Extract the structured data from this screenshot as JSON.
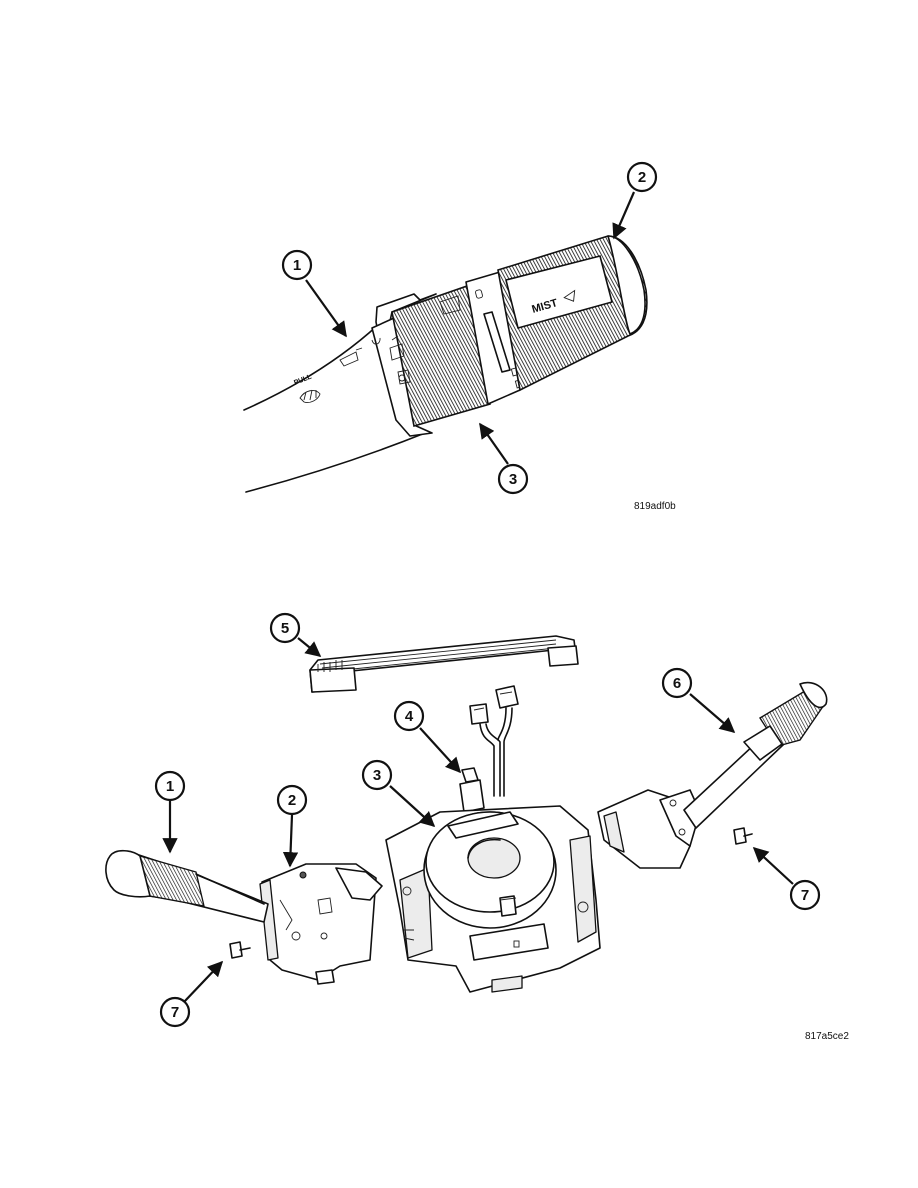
{
  "figure_top": {
    "mist_label": "MIST",
    "pull_label": "PULL",
    "image_code": "819adf0b",
    "callouts": [
      {
        "num": "1",
        "arrow_dir": "down-right"
      },
      {
        "num": "2",
        "arrow_dir": "down-left"
      },
      {
        "num": "3",
        "arrow_dir": "up-left"
      }
    ]
  },
  "figure_bottom": {
    "image_code": "817a5ce2",
    "callouts": [
      {
        "num": "1"
      },
      {
        "num": "2"
      },
      {
        "num": "3"
      },
      {
        "num": "4"
      },
      {
        "num": "5"
      },
      {
        "num": "6"
      },
      {
        "num": "7"
      },
      {
        "num": "7"
      }
    ]
  },
  "colors": {
    "line": "#111111",
    "background": "#ffffff",
    "shade": "#d8d8d8"
  }
}
